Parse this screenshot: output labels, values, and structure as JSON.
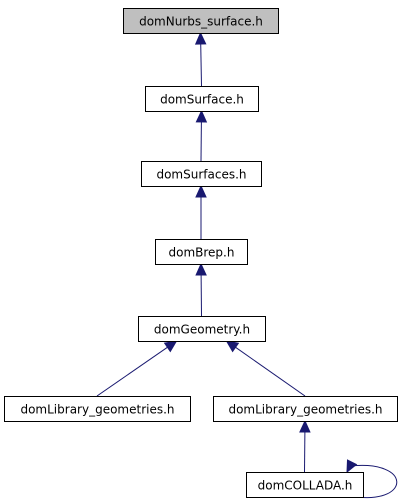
{
  "diagram": {
    "colors": {
      "edge": "#191970",
      "node_border": "#000000",
      "node_fill": "#ffffff",
      "highlight_fill": "#bfbfbf",
      "text": "#000000"
    },
    "nodes": [
      {
        "id": "domNurbs_surface",
        "label": "domNurbs_surface.h",
        "highlight": true
      },
      {
        "id": "domSurface",
        "label": "domSurface.h",
        "highlight": false
      },
      {
        "id": "domSurfaces",
        "label": "domSurfaces.h",
        "highlight": false
      },
      {
        "id": "domBrep",
        "label": "domBrep.h",
        "highlight": false
      },
      {
        "id": "domGeometry",
        "label": "domGeometry.h",
        "highlight": false
      },
      {
        "id": "domLibrary_geometries_a",
        "label": "domLibrary_geometries.h",
        "highlight": false
      },
      {
        "id": "domLibrary_geometries_b",
        "label": "domLibrary_geometries.h",
        "highlight": false
      },
      {
        "id": "domCOLLADA",
        "label": "domCOLLADA.h",
        "highlight": false
      }
    ],
    "edges": [
      {
        "from": "domSurface",
        "to": "domNurbs_surface"
      },
      {
        "from": "domSurfaces",
        "to": "domSurface"
      },
      {
        "from": "domBrep",
        "to": "domSurfaces"
      },
      {
        "from": "domGeometry",
        "to": "domBrep"
      },
      {
        "from": "domLibrary_geometries_a",
        "to": "domGeometry"
      },
      {
        "from": "domLibrary_geometries_b",
        "to": "domGeometry"
      },
      {
        "from": "domCOLLADA",
        "to": "domLibrary_geometries_b"
      },
      {
        "from": "domCOLLADA",
        "to": "domCOLLADA"
      }
    ]
  }
}
